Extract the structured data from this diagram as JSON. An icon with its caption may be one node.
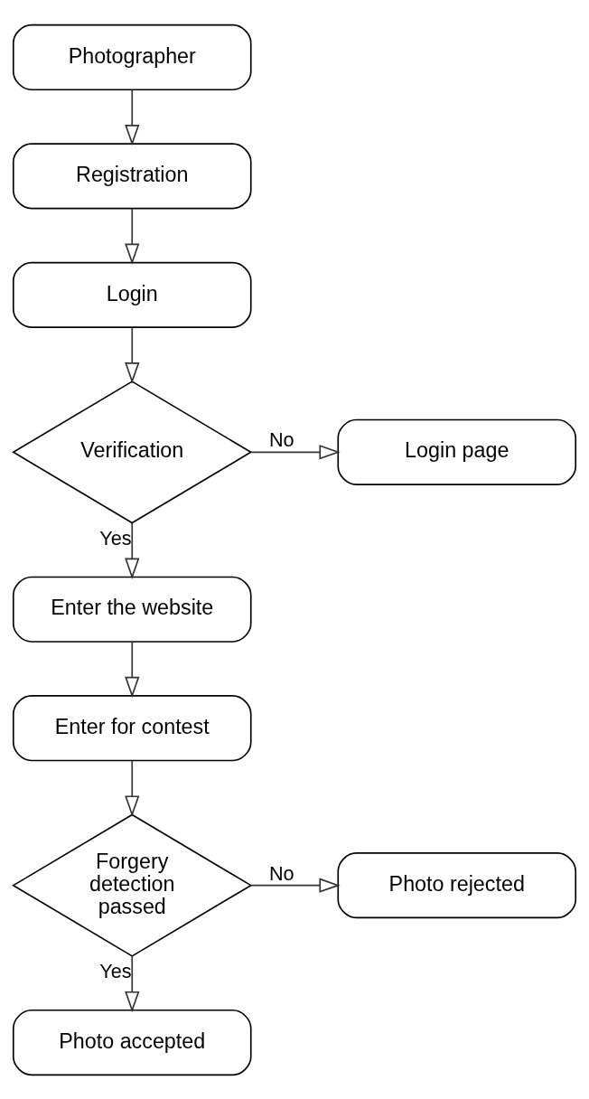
{
  "diagram": {
    "nodes": [
      {
        "text": [
          "Photographer"
        ]
      },
      {
        "text": [
          "Registration"
        ]
      },
      {
        "text": [
          "Login"
        ]
      },
      {
        "text": [
          "Verification"
        ]
      },
      {
        "text": [
          "Login page"
        ]
      },
      {
        "text": [
          "Enter the website"
        ]
      },
      {
        "text": [
          "Enter for contest"
        ]
      },
      {
        "text": [
          "Forgery detection passed"
        ]
      },
      {
        "text": [
          "Photo rejected"
        ]
      },
      {
        "text": [
          "Photo accepted"
        ]
      }
    ],
    "edges": [
      {
        "from": 0,
        "to": 1,
        "arrow": "to"
      },
      {
        "from": 1,
        "to": 2,
        "arrow": "to"
      },
      {
        "from": 2,
        "to": 3,
        "arrow": "to"
      },
      {
        "from": 3,
        "to": 4,
        "arrow": "to",
        "label": "No"
      },
      {
        "from": 3,
        "to": 5,
        "arrow": "to",
        "label": "Yes"
      },
      {
        "from": 5,
        "to": 6,
        "arrow": "to"
      },
      {
        "from": 6,
        "to": 7,
        "arrow": "to"
      },
      {
        "from": 7,
        "to": 8,
        "arrow": "to",
        "label": "No"
      },
      {
        "from": 7,
        "to": 9,
        "arrow": "to",
        "label": "Yes"
      }
    ]
  }
}
